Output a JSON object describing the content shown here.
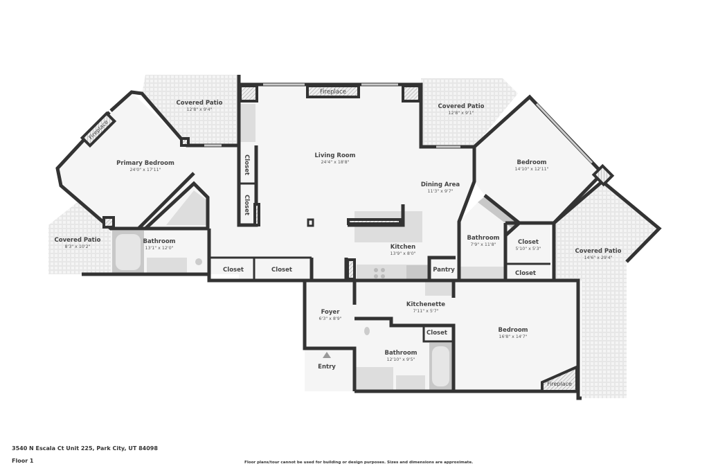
{
  "footer": {
    "address": "3540 N Escala Ct Unit 225, Park City, UT 84098",
    "floor": "Floor 1",
    "disclaimer": "Floor plans/tour cannot be used for building or design purposes. Sizes and dimensions are approximate."
  },
  "rooms": {
    "patio_top_left": {
      "name": "Covered Patio",
      "dims": "12'8\" x 9'4\""
    },
    "primary_bedroom": {
      "name": "Primary Bedroom",
      "dims": "24'0\" x 17'11\""
    },
    "patio_left": {
      "name": "Covered Patio",
      "dims": "8'3\" x 10'2\""
    },
    "primary_bathroom": {
      "name": "Bathroom",
      "dims": "13'1\" x 12'0\""
    },
    "living_room": {
      "name": "Living Room",
      "dims": "24'4\" x 18'8\""
    },
    "dining_area": {
      "name": "Dining Area",
      "dims": "11'3\" x 9'7\""
    },
    "kitchen": {
      "name": "Kitchen",
      "dims": "13'9\" x 8'0\""
    },
    "patio_top_right": {
      "name": "Covered Patio",
      "dims": "12'8\" x 9'1\""
    },
    "bedroom_right": {
      "name": "Bedroom",
      "dims": "14'10\" x 12'11\""
    },
    "bathroom_right": {
      "name": "Bathroom",
      "dims": "7'9\" x 11'8\""
    },
    "closet_right": {
      "name": "Closet",
      "dims": "5'10\" x 5'3\""
    },
    "patio_right": {
      "name": "Covered Patio",
      "dims": "14'6\" x 29'4\""
    },
    "foyer": {
      "name": "Foyer",
      "dims": "6'3\" x 8'9\""
    },
    "kitchenette": {
      "name": "Kitchenette",
      "dims": "7'11\" x 5'7\""
    },
    "bathroom_lower": {
      "name": "Bathroom",
      "dims": "12'10\" x 9'5\""
    },
    "bedroom_lower": {
      "name": "Bedroom",
      "dims": "16'8\" x 14'7\""
    }
  },
  "labels": {
    "fireplace_living": "Fireplace",
    "fireplace_primary": "Fireplace",
    "fireplace_lower": "Fireplace",
    "closet_a": "Closet",
    "closet_b": "Closet",
    "closet_c": "Closet",
    "closet_d": "Closet",
    "closet_e": "Closet",
    "closet_f": "Closet",
    "pantry": "Pantry",
    "entry": "Entry"
  },
  "colors": {
    "wall": "#333333",
    "floor": "#f5f5f5",
    "fixture": "#dddddd"
  }
}
